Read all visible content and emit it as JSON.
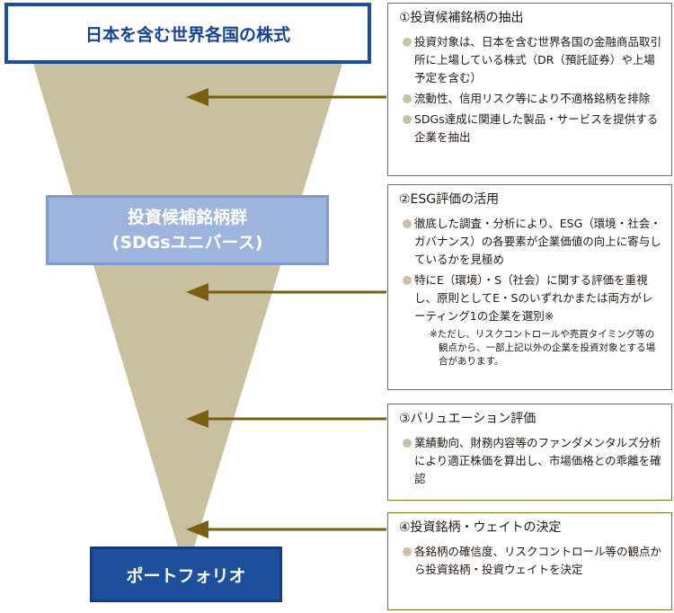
{
  "diagram": {
    "stages": {
      "top": "日本を含む世界各国の株式",
      "middle_line1": "投資候補銘柄群",
      "middle_line2": "(SDGsユニバース)",
      "bottom": "ポートフォリオ"
    },
    "steps": [
      {
        "title": "①投資候補銘柄の抽出",
        "bullets": [
          "投資対象は、日本を含む世界各国の金融商品取引所に上場している株式（DR（預託証券）や上場予定を含む）",
          "流動性、信用リスク等により不適格銘柄を排除",
          "SDGs達成に関連した製品・サービスを提供する企業を抽出"
        ]
      },
      {
        "title": "②ESG評価の活用",
        "bullets": [
          "徹底した調査・分析により、ESG（環境・社会・ガバナンス）の各要素が企業価値の向上に寄与しているかを見極め",
          "特にE（環境）・S（社会）に関する評価を重視し、原則としてE・Sのいずれかまたは両方がレーティング1の企業を選別※"
        ],
        "note": "※ただし、リスクコントロールや売買タイミング等の観点から、一部上記以外の企業を投資対象とする場合があります。"
      },
      {
        "title": "③バリュエーション評価",
        "bullets": [
          "業績動向、財務内容等のファンダメンタルズ分析により適正株価を算出し、市場価格との乖離を確認"
        ]
      },
      {
        "title": "④投資銘柄・ウェイトの決定",
        "bullets": [
          "各銘柄の確信度、リスクコントロール等の観点から投資銘柄・投資ウェイトを決定"
        ]
      }
    ],
    "colors": {
      "funnel": "#c9c0a0",
      "arrow": "#7a5f10",
      "box_border": "#8a6f1d",
      "top_border": "#1a4f9a",
      "middle_fill": "#9db4dd",
      "bottom_fill": "#1d4f9c"
    }
  }
}
